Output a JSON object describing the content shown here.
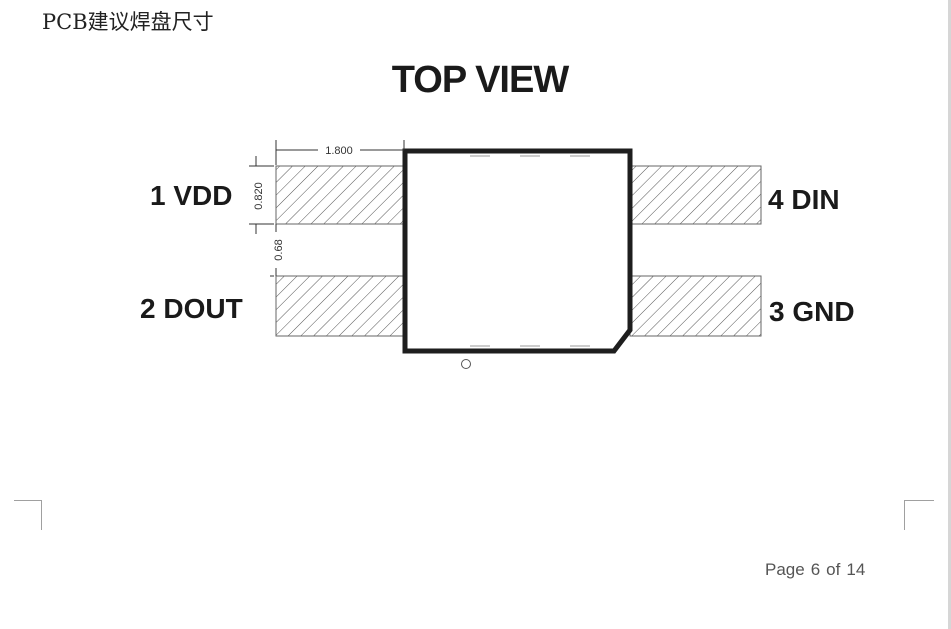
{
  "document": {
    "section_heading": "PCB建议焊盘尺寸",
    "footer": {
      "page_word": "Page",
      "current_page": "6",
      "of_word": "of",
      "total_pages": "14"
    }
  },
  "drawing": {
    "title": "TOP VIEW",
    "pins": [
      {
        "label": "1 VDD"
      },
      {
        "label": "2 DOUT"
      },
      {
        "label": "3 GND"
      },
      {
        "label": "4 DIN"
      }
    ],
    "dimensions": {
      "pad_length": "1.800",
      "pad_width": "0.820",
      "pad_gap": "0.68"
    }
  }
}
